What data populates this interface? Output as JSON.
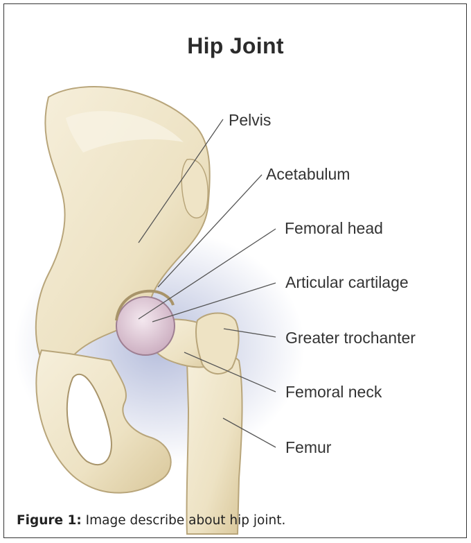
{
  "title": "Hip Joint",
  "labels": {
    "pelvis": "Pelvis",
    "acetabulum": "Acetabulum",
    "femoral_head": "Femoral head",
    "articular_cartilage": "Articular cartilage",
    "greater_trochanter": "Greater trochanter",
    "femoral_neck": "Femoral neck",
    "femur": "Femur"
  },
  "caption": {
    "prefix": "Figure 1:",
    "text": " Image describe about hip joint."
  },
  "colors": {
    "bone": "#efe6cc",
    "bone_shadow": "#c9b98f",
    "cartilage": "#e6d2de",
    "shadow": "#b6bedb",
    "leader": "#555555"
  }
}
